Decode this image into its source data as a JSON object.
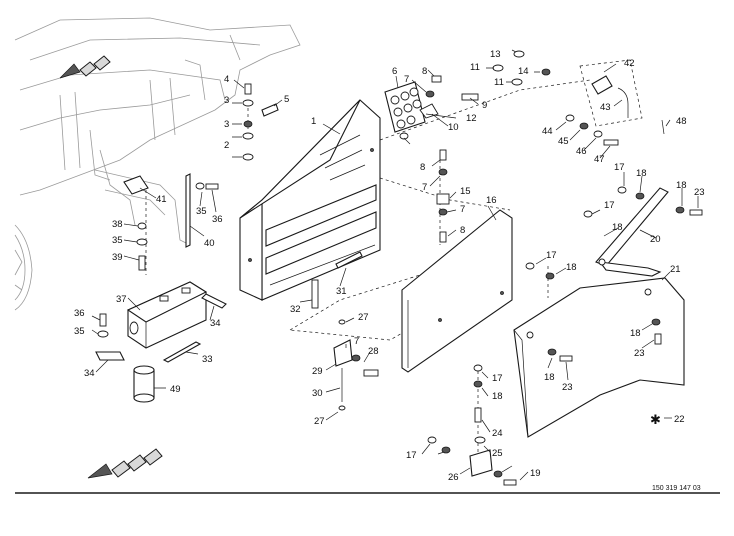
{
  "callouts": [
    "1",
    "2",
    "3",
    "3",
    "4",
    "5",
    "6",
    "7",
    "7",
    "7",
    "7",
    "8",
    "8",
    "8",
    "9",
    "10",
    "11",
    "11",
    "12",
    "13",
    "14",
    "15",
    "16",
    "17",
    "17",
    "17",
    "17",
    "17",
    "18",
    "18",
    "18",
    "18",
    "18",
    "18",
    "18",
    "19",
    "20",
    "21",
    "22",
    "23",
    "23",
    "23",
    "24",
    "25",
    "26",
    "27",
    "27",
    "28",
    "29",
    "30",
    "31",
    "32",
    "33",
    "34",
    "34",
    "35",
    "35",
    "35",
    "36",
    "36",
    "37",
    "38",
    "39",
    "40",
    "41",
    "42",
    "43",
    "44",
    "45",
    "46",
    "47",
    "48",
    "49"
  ],
  "reference_number": "150 319 147 03",
  "star_symbol": "✱",
  "colors": {
    "line": "#1a1a1a",
    "frame": "#9a9a9a",
    "arrow_fill": "#555555"
  }
}
